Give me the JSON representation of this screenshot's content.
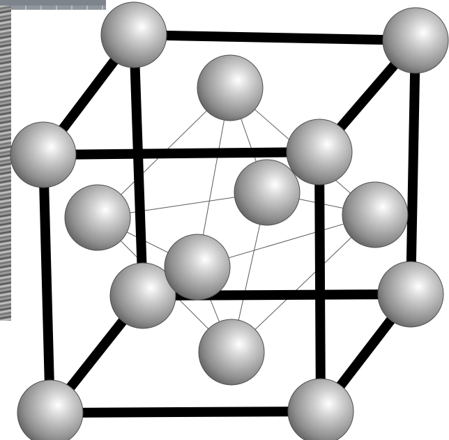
{
  "diagram": {
    "kind": "face-centered cubic unit cell",
    "colors": {
      "frame": "#000000",
      "bond": "#5a5a5a",
      "atom_highlight": "#ffffff",
      "atom_mid": "#a9a9a9",
      "atom_shadow": "#4e4e4e",
      "background": "#ffffff",
      "micrograph": "#6f6f6f"
    },
    "atoms": {
      "corner_atoms": 8,
      "face_center_atoms": 6
    }
  }
}
